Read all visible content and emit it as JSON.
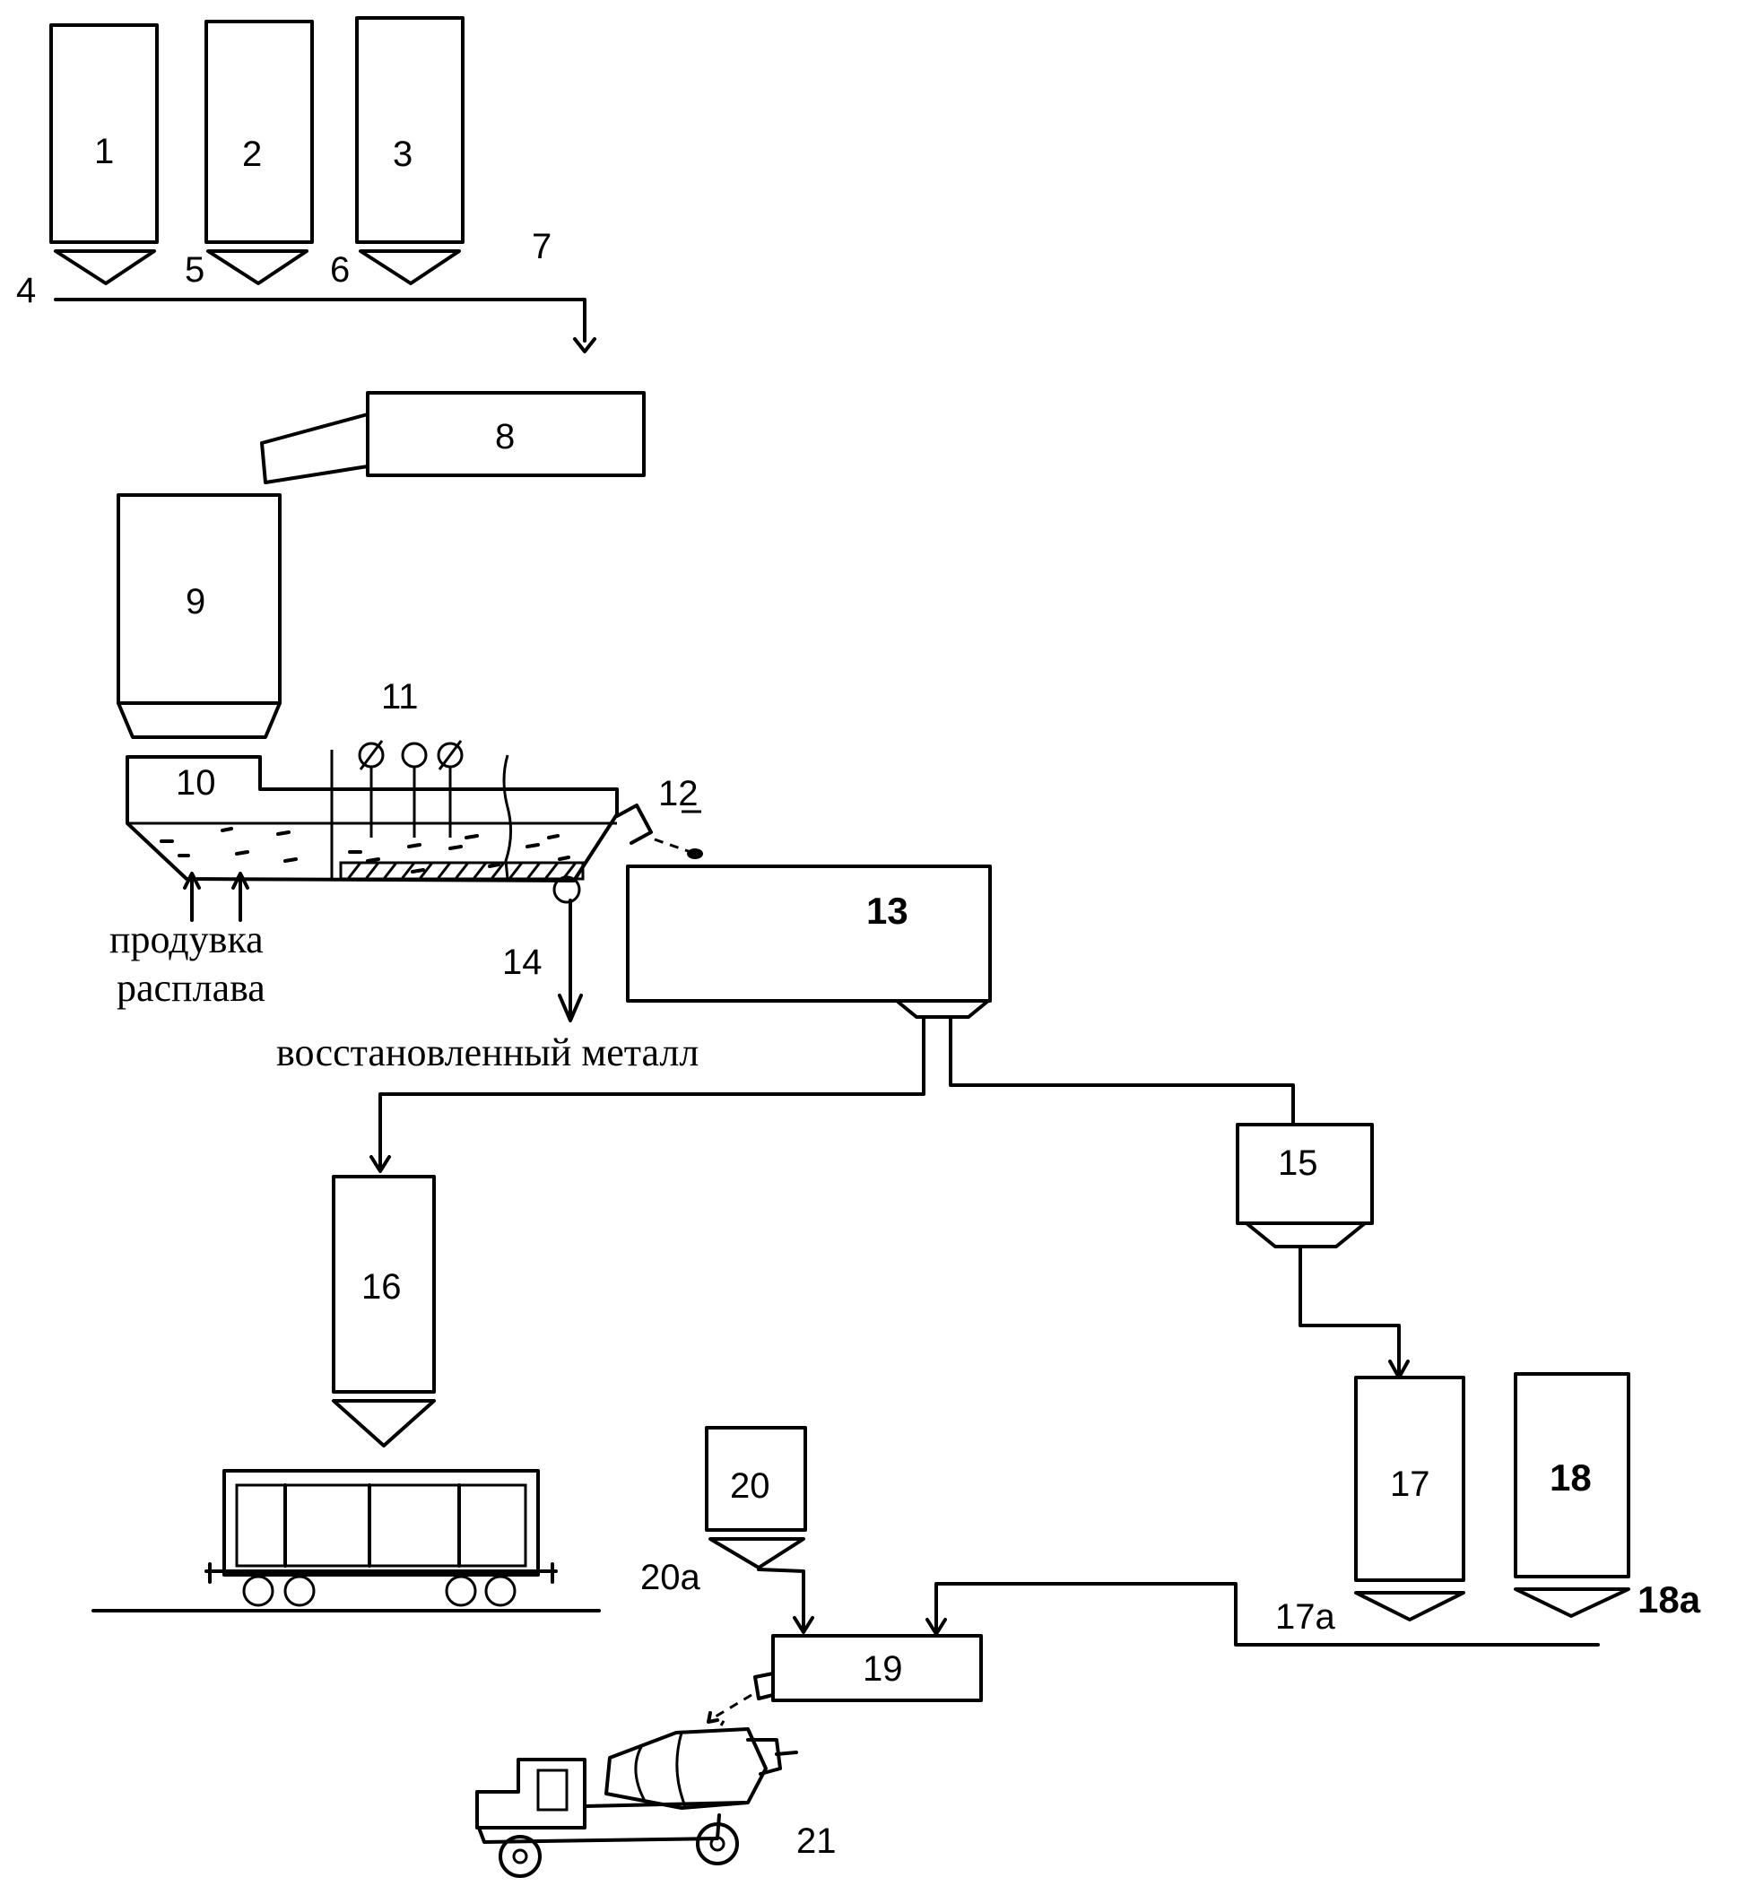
{
  "labels": {
    "n1": "1",
    "n2": "2",
    "n3": "3",
    "n4": "4",
    "n5": "5",
    "n6": "6",
    "n7": "7",
    "n8": "8",
    "n9": "9",
    "n10": "10",
    "n11": "11",
    "n12": "12",
    "n13": "13",
    "n14": "14",
    "n15": "15",
    "n16": "16",
    "n17": "17",
    "n17a": "17а",
    "n18": "18",
    "n18a": "18а",
    "n19": "19",
    "n20": "20",
    "n20a": "20а",
    "n21": "21"
  },
  "captions": {
    "blow_line1": "продувка",
    "blow_line2": "расплава",
    "reduced_metal": "восстановленный металл"
  }
}
